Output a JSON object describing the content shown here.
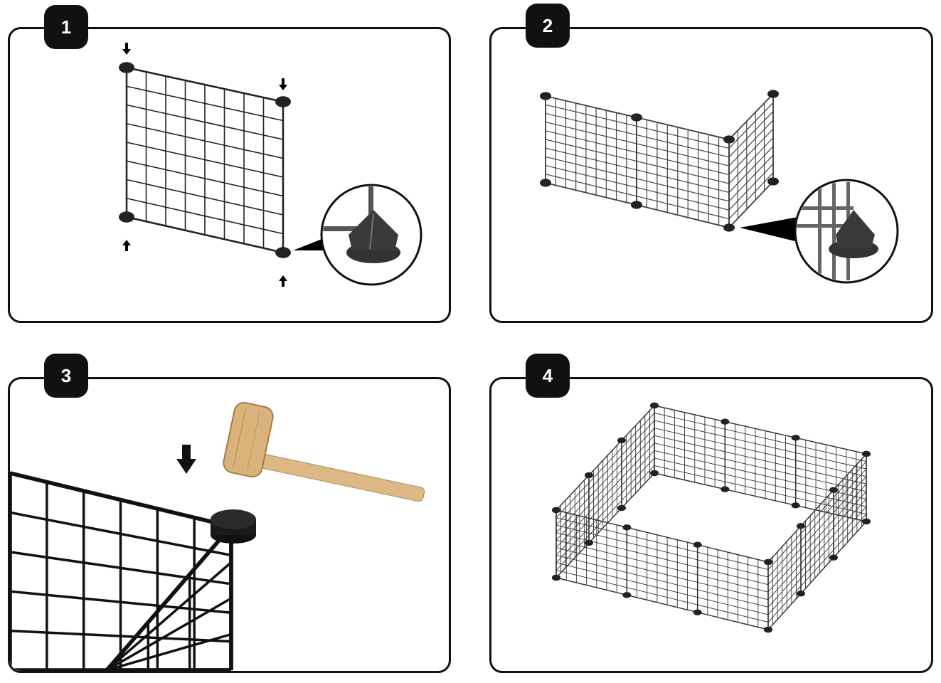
{
  "steps": [
    {
      "number": "1"
    },
    {
      "number": "2"
    },
    {
      "number": "3"
    },
    {
      "number": "4"
    }
  ],
  "colors": {
    "line": "#111111",
    "wood": "#d9b27c",
    "wood_dark": "#b88a52",
    "connector": "#2a2a2a"
  }
}
